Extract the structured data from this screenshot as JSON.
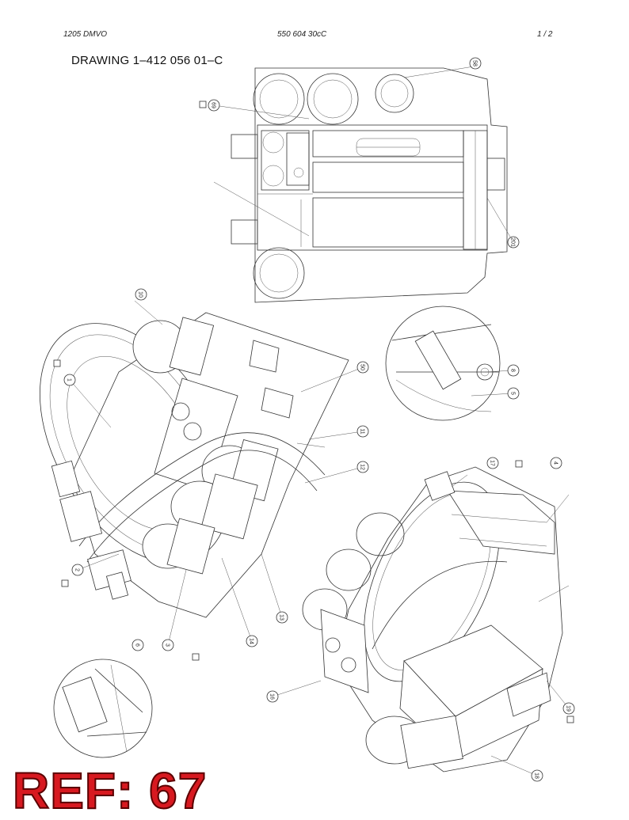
{
  "header": {
    "left": "1205 DMVO",
    "center": "550 604 30cC",
    "right": "1 /  2"
  },
  "drawing_title": "DRAWING 1–412 056 01–C",
  "ref_label": "REF: 67",
  "callouts": [
    {
      "label": "58"
    },
    {
      "label": "69"
    },
    {
      "label": "201"
    },
    {
      "label": "50"
    },
    {
      "label": "11"
    },
    {
      "label": "12"
    },
    {
      "label": "13"
    },
    {
      "label": "2"
    },
    {
      "label": "3"
    },
    {
      "label": "6"
    },
    {
      "label": "14"
    },
    {
      "label": "17"
    },
    {
      "label": "4"
    },
    {
      "label": "8"
    },
    {
      "label": "5"
    },
    {
      "label": "19"
    },
    {
      "label": "1"
    },
    {
      "label": "10"
    },
    {
      "label": "18"
    },
    {
      "label": "16"
    }
  ]
}
